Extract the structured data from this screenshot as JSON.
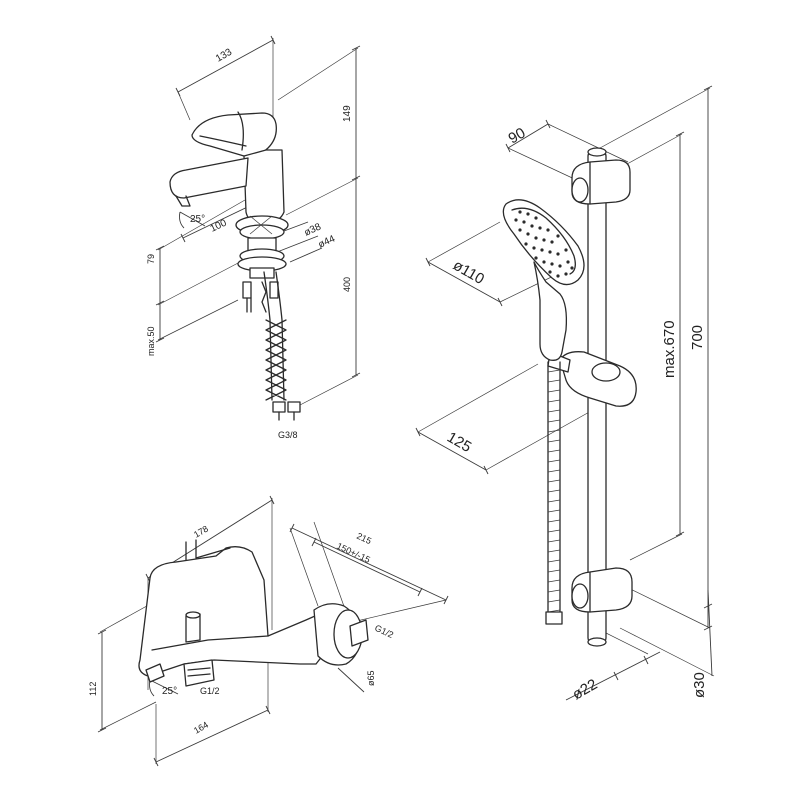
{
  "basin_mixer": {
    "dim_width": "133",
    "dim_height": "149",
    "dim_spout": "100",
    "dim_angle": "25°",
    "dim_hole": "ø38",
    "dim_flange": "ø44",
    "dim_79": "79",
    "dim_400": "400",
    "dim_max50": "max.50",
    "dim_connection": "G3/8"
  },
  "shower_set": {
    "dim_90": "90",
    "dim_110": "ø110",
    "dim_125": "125",
    "dim_max670": "max.670",
    "dim_700": "700",
    "dim_22": "ø22",
    "dim_30": "ø30"
  },
  "bath_mixer": {
    "dim_178": "178",
    "dim_215": "215",
    "dim_150": "150+/-15",
    "dim_g12_right": "G1/2",
    "dim_65": "ø65",
    "dim_112": "112",
    "dim_angle": "25°",
    "dim_g12_bottom": "G1/2",
    "dim_164": "164"
  }
}
